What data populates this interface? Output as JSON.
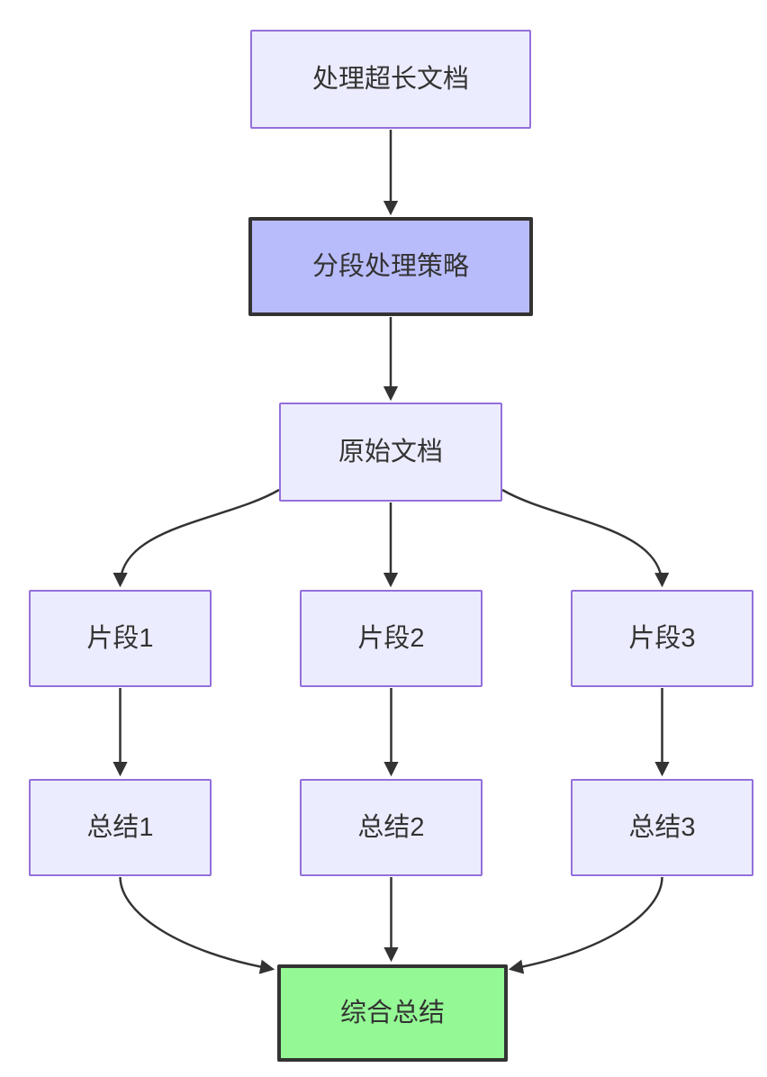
{
  "diagram": {
    "type": "flowchart",
    "direction": "top-down",
    "nodes": {
      "start": {
        "label": "处理超长文档",
        "style": "default"
      },
      "strategy": {
        "label": "分段处理策略",
        "style": "highlight"
      },
      "source": {
        "label": "原始文档",
        "style": "default"
      },
      "fragment1": {
        "label": "片段1",
        "style": "default"
      },
      "fragment2": {
        "label": "片段2",
        "style": "default"
      },
      "fragment3": {
        "label": "片段3",
        "style": "default"
      },
      "summary1": {
        "label": "总结1",
        "style": "default"
      },
      "summary2": {
        "label": "总结2",
        "style": "default"
      },
      "summary3": {
        "label": "总结3",
        "style": "default"
      },
      "final": {
        "label": "综合总结",
        "style": "success"
      }
    },
    "edges": [
      {
        "from": "start",
        "to": "strategy"
      },
      {
        "from": "strategy",
        "to": "source"
      },
      {
        "from": "source",
        "to": "fragment1"
      },
      {
        "from": "source",
        "to": "fragment2"
      },
      {
        "from": "source",
        "to": "fragment3"
      },
      {
        "from": "fragment1",
        "to": "summary1"
      },
      {
        "from": "fragment2",
        "to": "summary2"
      },
      {
        "from": "fragment3",
        "to": "summary3"
      },
      {
        "from": "summary1",
        "to": "final"
      },
      {
        "from": "summary2",
        "to": "final"
      },
      {
        "from": "summary3",
        "to": "final"
      }
    ],
    "colors": {
      "background": "#ffffff",
      "node_fill": "#ECECFF",
      "node_border": "#9370DB",
      "highlight_fill": "#b9bcfa",
      "highlight_border": "#333333",
      "success_fill": "#94f995",
      "success_border": "#333333",
      "edge": "#333333",
      "text": "#333333"
    }
  }
}
